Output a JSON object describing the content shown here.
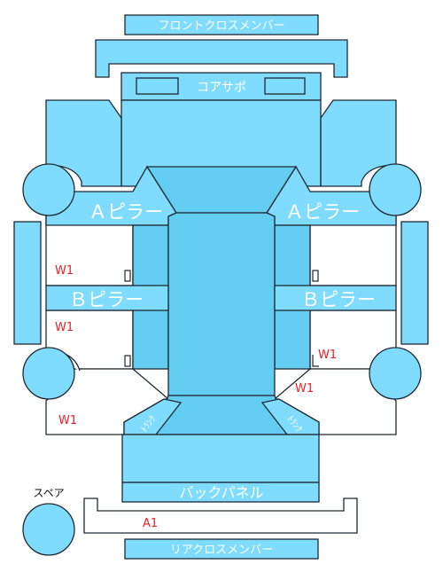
{
  "labels": {
    "front_cross_member": "フロントクロスメンバー",
    "core_support": "コアサポ",
    "a_pillar_left": "Ａピラー",
    "a_pillar_right": "Ａピラー",
    "b_pillar_left": "Ｂピラー",
    "b_pillar_right": "Ｂピラー",
    "back_panel": "バックパネル",
    "rear_cross_member": "リアクロスメンバー",
    "spare": "スペア",
    "trunk_left": "ﾄﾗﾝｸ",
    "trunk_right": "ﾄﾗﾝｸ"
  },
  "damage_marks": {
    "left_upper": "W1",
    "left_middle": "W1",
    "left_lower": "W1",
    "right_upper": "W1",
    "right_lower": "W1",
    "rear": "A1"
  },
  "colors": {
    "panel": "#7fdcff",
    "panel_dark": "#62cdf1",
    "outline": "#1f2a33",
    "label_text": "#ffffff",
    "damage_text": "#e8202a"
  }
}
